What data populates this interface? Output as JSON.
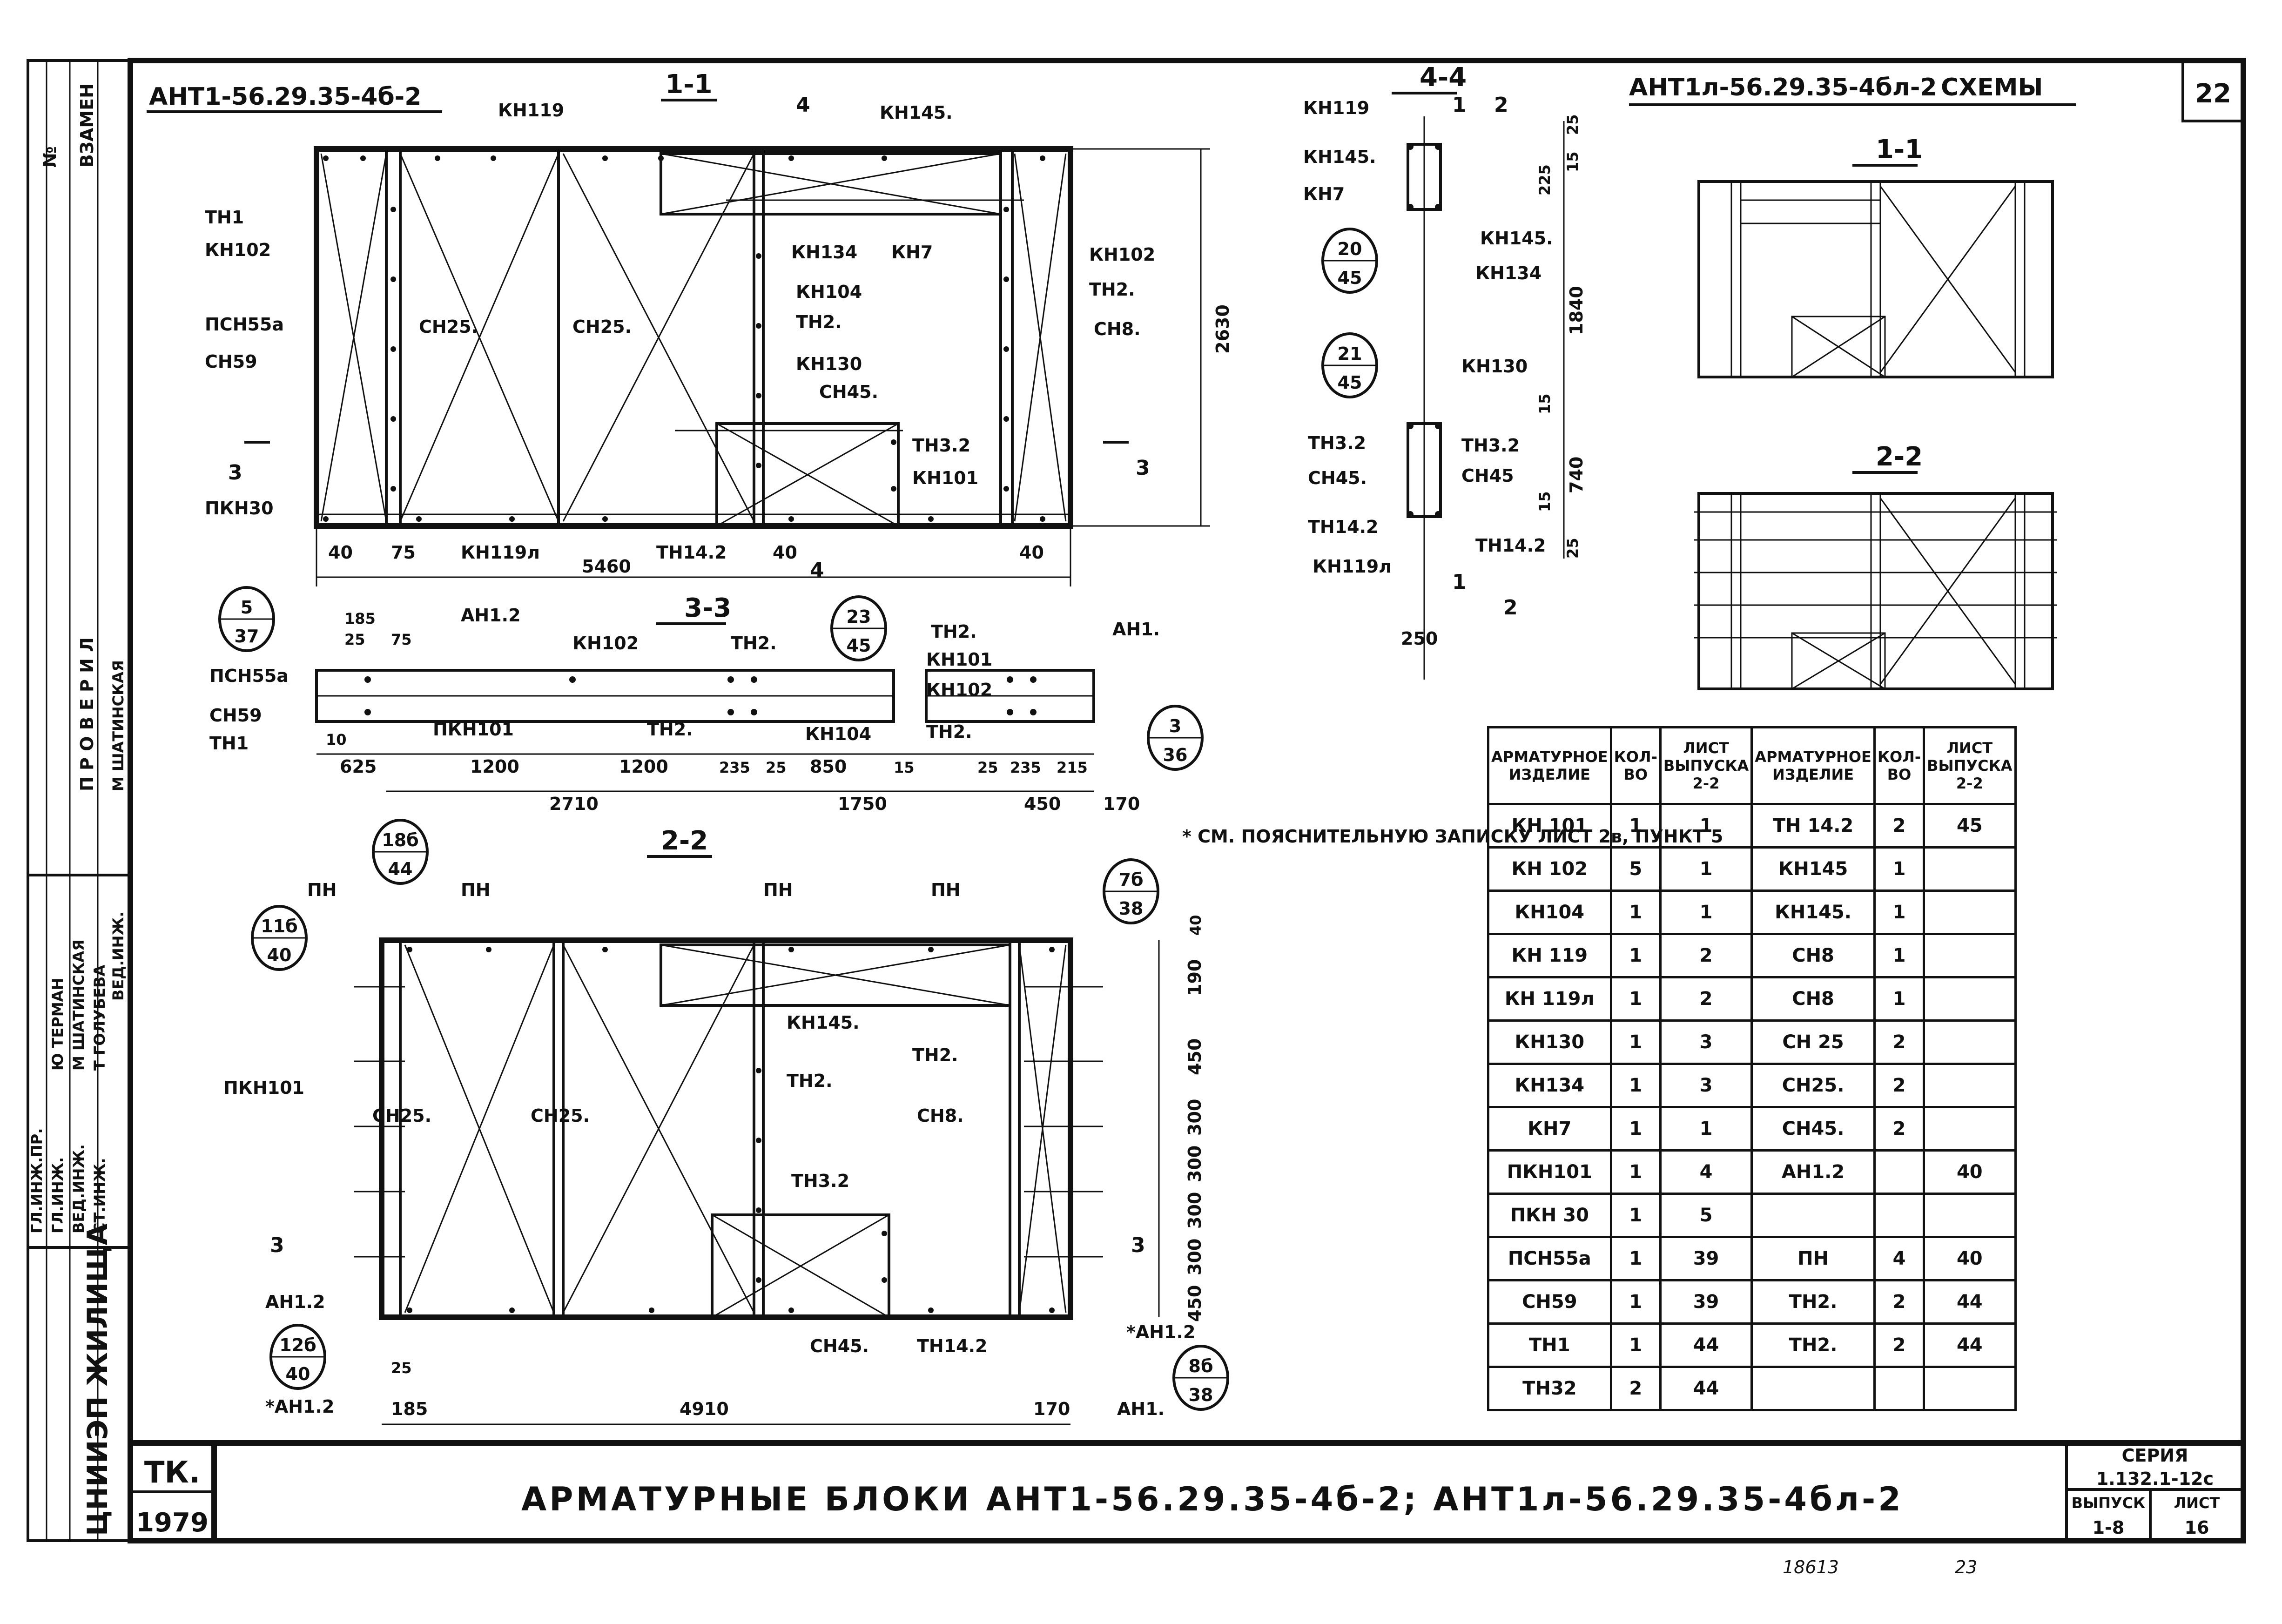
{
  "sheet_number": "22",
  "top_left_code": "АНТ1-56.29.35-4б-2",
  "top_right_code": "АНТ1л-56.29.35-4бл-2",
  "schemes_label": "СХЕМЫ",
  "sections": {
    "s11": "1-1",
    "s22": "2-2",
    "s33": "3-3",
    "s44": "4-4"
  },
  "section1": {
    "labels": [
      "КН119",
      "КН145.",
      "ТН1",
      "КН102",
      "ПСН55а",
      "СН59",
      "СН25.",
      "СН25.",
      "КН134",
      "КН7",
      "КН104",
      "ТН2.",
      "КН130",
      "СН45.",
      "КН102",
      "ТН2.",
      "СН8.",
      "ТН3.2",
      "КН101",
      "ПКН30",
      "КН119л",
      "ТН14.2"
    ],
    "dims": {
      "height": "2630",
      "width": "5460",
      "d40a": "40",
      "d75": "75",
      "d40b": "40",
      "d40c": "40",
      "sec3": "3",
      "sec4": "4"
    }
  },
  "section44": {
    "labels": [
      "КН119",
      "КН145.",
      "КН7",
      "КН145.",
      "КН134",
      "КН130",
      "ТН3.2",
      "СН45.",
      "ТН3.2",
      "СН45",
      "ТН14.2",
      "КН119л",
      "ТН14.2"
    ],
    "dims": [
      "25",
      "225",
      "15",
      "1840",
      "15",
      "740",
      "15",
      "25",
      "250",
      "1",
      "2"
    ],
    "callouts": [
      {
        "top": "20",
        "bottom": "45"
      },
      {
        "top": "21",
        "bottom": "45"
      }
    ]
  },
  "section33": {
    "labels": [
      "АН1.2",
      "КН102",
      "ТН2.",
      "ТН2.",
      "КН101",
      "КН102",
      "АН1.",
      "ПСН55а",
      "СН59",
      "ТН1",
      "ПКН101",
      "ТН2.",
      "КН104",
      "ТН2."
    ],
    "dims": [
      "185",
      "25",
      "75",
      "10",
      "625",
      "1200",
      "1200",
      "235",
      "25",
      "850",
      "15",
      "25",
      "235",
      "215",
      "2710",
      "1750",
      "450",
      "170"
    ],
    "callouts": [
      {
        "top": "5",
        "bottom": "37"
      },
      {
        "top": "23",
        "bottom": "45"
      },
      {
        "top": "3",
        "bottom": "36"
      }
    ]
  },
  "section22": {
    "labels": [
      "ПН",
      "ПН",
      "ПН",
      "ПН",
      "ПКН101",
      "СН25.",
      "СН25.",
      "КН145.",
      "ТН2.",
      "ТН2.",
      "СН8.",
      "ТН3.2",
      "АН1.2",
      "СН45.",
      "ТН14.2",
      "*АН1.2",
      "*АН1.2",
      "АН1."
    ],
    "dims": [
      "40",
      "190",
      "450",
      "300",
      "300",
      "300",
      "300",
      "450",
      "25",
      "185",
      "4910",
      "170"
    ],
    "callouts": [
      {
        "top": "18б",
        "bottom": "44"
      },
      {
        "top": "11б",
        "bottom": "40"
      },
      {
        "top": "7б",
        "bottom": "38"
      },
      {
        "top": "12б",
        "bottom": "40"
      },
      {
        "top": "8б",
        "bottom": "38"
      }
    ]
  },
  "note": "* СМ. ПОЯСНИТЕЛЬНУЮ ЗАПИСКУ ЛИСТ 2в, ПУНКТ 5",
  "table": {
    "headers": [
      "АРМАТУРНОЕ ИЗДЕЛИЕ",
      "КОЛ-ВО",
      "ЛИСТ ВЫПУСКА 2-2",
      "АРМАТУРНОЕ ИЗДЕЛИЕ",
      "КОЛ-ВО",
      "ЛИСТ ВЫПУСКА 2-2"
    ],
    "rows": [
      [
        "КН 101",
        "1",
        "1",
        "ТН 14.2",
        "2",
        "45"
      ],
      [
        "КН 102",
        "5",
        "1",
        "КН145",
        "1",
        ""
      ],
      [
        "КН104",
        "1",
        "1",
        "КН145.",
        "1",
        ""
      ],
      [
        "КН 119",
        "1",
        "2",
        "СН8",
        "1",
        ""
      ],
      [
        "КН 119л",
        "1",
        "2",
        "СН8",
        "1",
        ""
      ],
      [
        "КН130",
        "1",
        "3",
        "СН 25",
        "2",
        ""
      ],
      [
        "КН134",
        "1",
        "3",
        "СН25.",
        "2",
        ""
      ],
      [
        "КН7",
        "1",
        "1",
        "СН45.",
        "2",
        ""
      ],
      [
        "ПКН101",
        "1",
        "4",
        "АН1.2",
        "",
        "40"
      ],
      [
        "ПКН 30",
        "1",
        "5",
        "",
        "",
        ""
      ],
      [
        "ПСН55а",
        "1",
        "39",
        "ПН",
        "4",
        "40"
      ],
      [
        "СН59",
        "1",
        "39",
        "ТН2.",
        "2",
        "44"
      ],
      [
        "ТН1",
        "1",
        "44",
        "ТН2.",
        "2",
        "44"
      ],
      [
        "ТН32",
        "2",
        "44",
        "",
        "",
        ""
      ]
    ]
  },
  "side_stamp": {
    "vzamen": "ВЗАМЕН",
    "no": "№",
    "proveril": "П Р О В Е Р И Л",
    "names": [
      "Ю ТЕРМАН",
      "М ШАТИНСКАЯ",
      "Т ГОЛУБЕВА",
      "М ШАТИНСКАЯ"
    ],
    "roles": [
      "ГЛ.ИНЖ.ПР.",
      "ГЛ.ИНЖ.",
      "ВЕД.ИНЖ.",
      "СТ.ИНЖ.",
      "ВЕД.ИНЖ."
    ],
    "org": "ЦНИИЭП ЖИЛИЩА"
  },
  "title_block": {
    "tk": "ТК.",
    "year": "1979",
    "title": "АРМАТУРНЫЕ   БЛОКИ   АНТ1-56.29.35-4б-2;   АНТ1л-56.29.35-4бл-2",
    "seria_label": "СЕРИЯ",
    "seria_value": "1.132.1-12с",
    "vypusk_label": "ВЫПУСК",
    "vypusk_value": "1-8",
    "list_label": "ЛИСТ",
    "list_value": "16"
  },
  "bottom_marks": {
    "inv": "18613",
    "page": "23"
  }
}
